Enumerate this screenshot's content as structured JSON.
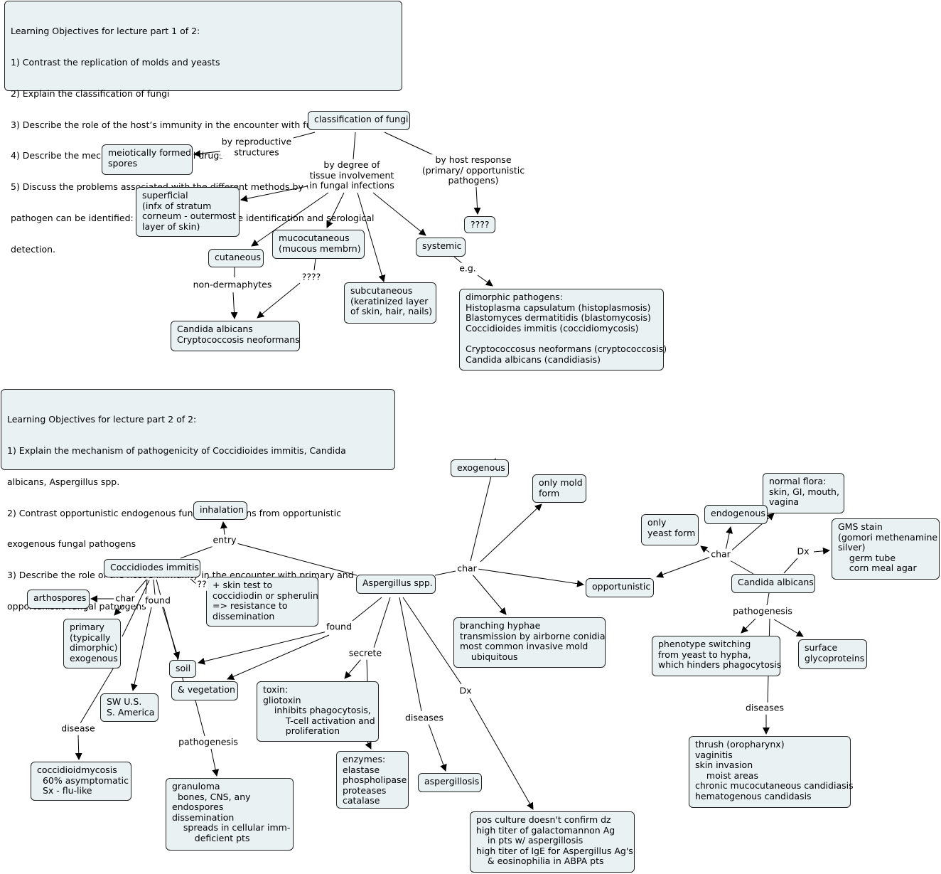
{
  "objectives1": {
    "title": "Learning Objectives for lecture part 1 of 2:",
    "lines": [
      "1)  Contrast the replication of molds and yeasts",
      "2)  Explain the classification of fungi",
      "3)  Describe the role of the host’s immunity in the encounter with fungal pathogens",
      "4)  Describe the mechanism of anti-fungal drugs",
      "5)  Discuss  the  problems  associated  with  the  different  methods  by  which  a  fungal",
      "pathogen  can  be  identified:  direct  detection,  culture  identification  and  serological",
      "detection."
    ]
  },
  "objectives2": {
    "title": "Learning Objectives for lecture part 2 of 2:",
    "lines": [
      "1)  Explain  the  mechanism  of  pathogenicity  of  Coccidioides  immitis,  Candida",
      "albicans, Aspergillus spp.",
      "2)  Contrast  opportunistic  endogenous  fungal  pathogens  from  opportunistic",
      "exogenous fungal pathogens",
      "3)  Describe  the  role   of  the  host’s  immunity  in  the  encounter  with  primary  and",
      "opportunistic fungal pathogens"
    ]
  },
  "nodes": {
    "classification": "classification of fungi",
    "meiotic": "meiotically formed\nspores",
    "superficial": "superficial\n(infx of stratum\ncorneum - outermost\nlayer of skin)",
    "cutaneous": "cutaneous",
    "mucocutaneous": "mucocutaneous\n(mucous membrn)",
    "systemic": "systemic",
    "q_host": "????",
    "subcutaneous": "subcutaneous\n(keratinized layer\nof skin, hair, nails)",
    "candida_crypto": "Candida albicans\nCryptococcosis neoformans",
    "dimorphic": "dimorphic pathogens:\nHistoplasma capsulatum (histoplasmosis)\nBlastomyces dermatitidis (blastomycosis)\nCoccidioides immitis (coccidiomycosis)\n\nCryptococcosus neoformans (cryptococcosis)\nCandida albicans (candidiasis)",
    "exogenous": "exogenous",
    "only_mold": "only mold\nform",
    "normal_flora": "normal flora:\nskin, GI, mouth,\nvagina",
    "endogenous": "endogenous",
    "only_yeast": "only\nyeast form",
    "gms": "GMS stain\n(gomori methenamine\nsilver)\n    germ tube\n    corn meal agar",
    "inhalation": "inhalation",
    "coccidiodes": "Coccidiodes immitis",
    "skin_test": "+ skin test to\ncoccidiodin or spherulin\n=> resistance to\ndissemination",
    "aspergillus": "Aspergillus spp.",
    "opportunistic": "opportunistic",
    "candida_albicans": "Candida albicans",
    "arthospores": "arthospores",
    "primary": "primary\n(typically\ndimorphic)\nexogenous",
    "soil": "soil",
    "vegetation": "& vegetation",
    "sw_us": "SW U.S.\nS. America",
    "branching": "branching hyphae\ntransmission by airborne conidia\nmost common invasive mold\n    ubiquitous",
    "phenotype": "phenotype switching\nfrom yeast to hypha,\nwhich hinders phagocytosis",
    "surface": "surface\nglycoproteins",
    "toxin": "toxin:\ngliotoxin\n    inhibits phagocytosis,\n        T-cell activation and\n        proliferation",
    "enzymes": "enzymes:\nelastase\nphospholipase\nproteases\ncatalase",
    "aspergillosis": "aspergillosis",
    "coccidioidmycosis": "coccidioidmycosis\n  60% asymptomatic\n  Sx - flu-like",
    "granuloma": "granuloma\n  bones, CNS, any\nendospores\ndissemination\n    spreads in cellular imm-\n        deficient pts",
    "thrush": "thrush (oropharynx)\nvaginitis\nskin invasion\n    moist areas\nchronic mucocutaneous candidiasis\nhematogenous candidasis",
    "pos_culture": "pos culture doesn't confirm dz\nhigh titer of galactomannon Ag\n    in pts w/ aspergillosis\nhigh titer of IgE for Aspergillus Ag's\n    & eosinophilia in ABPA pts"
  },
  "labels": {
    "by_reproductive": "by reproductive\nstructures",
    "by_degree": "by degree of\ntissue involvement\nin fungal infections",
    "by_host": "by host response\n(primary/ opportunistic\npathogens)",
    "non_dermaphytes": "non-dermaphytes",
    "q_muco": "????",
    "eg": "e.g.",
    "entry": "entry",
    "char_asp": "char",
    "char_cand": "char",
    "dx_cand": "Dx",
    "qq": "??",
    "char_cocc": "char",
    "found_cocc": "found",
    "found_asp": "found",
    "secrete": "secrete",
    "disease": "disease",
    "pathogenesis_cocc": "pathogenesis",
    "diseases_asp": "diseases",
    "dx_asp": "Dx",
    "pathogenesis_cand": "pathogenesis",
    "diseases_cand": "diseases"
  }
}
